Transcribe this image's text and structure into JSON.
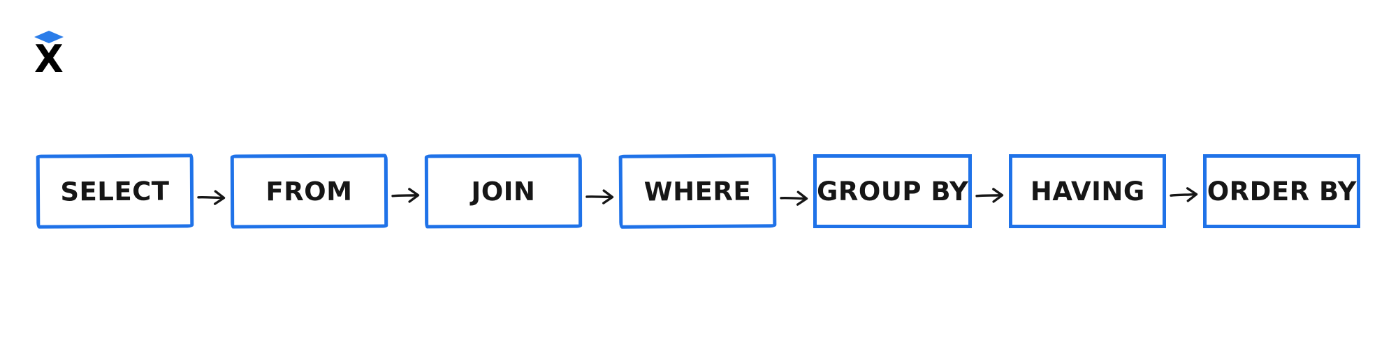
{
  "logo": {
    "letter": "X"
  },
  "colors": {
    "box_border_blue": "#1f72e8",
    "logo_diamond_blue": "#2b7de9",
    "ink": "#161616",
    "background": "#ffffff"
  },
  "flow": {
    "nodes": [
      {
        "label": "SELECT"
      },
      {
        "label": "FROM"
      },
      {
        "label": "JOIN"
      },
      {
        "label": "WHERE"
      },
      {
        "label": "GROUP BY"
      },
      {
        "label": "HAVING"
      },
      {
        "label": "ORDER BY"
      }
    ],
    "arrow": {
      "name": "arrow-right",
      "glyph": "→"
    }
  }
}
